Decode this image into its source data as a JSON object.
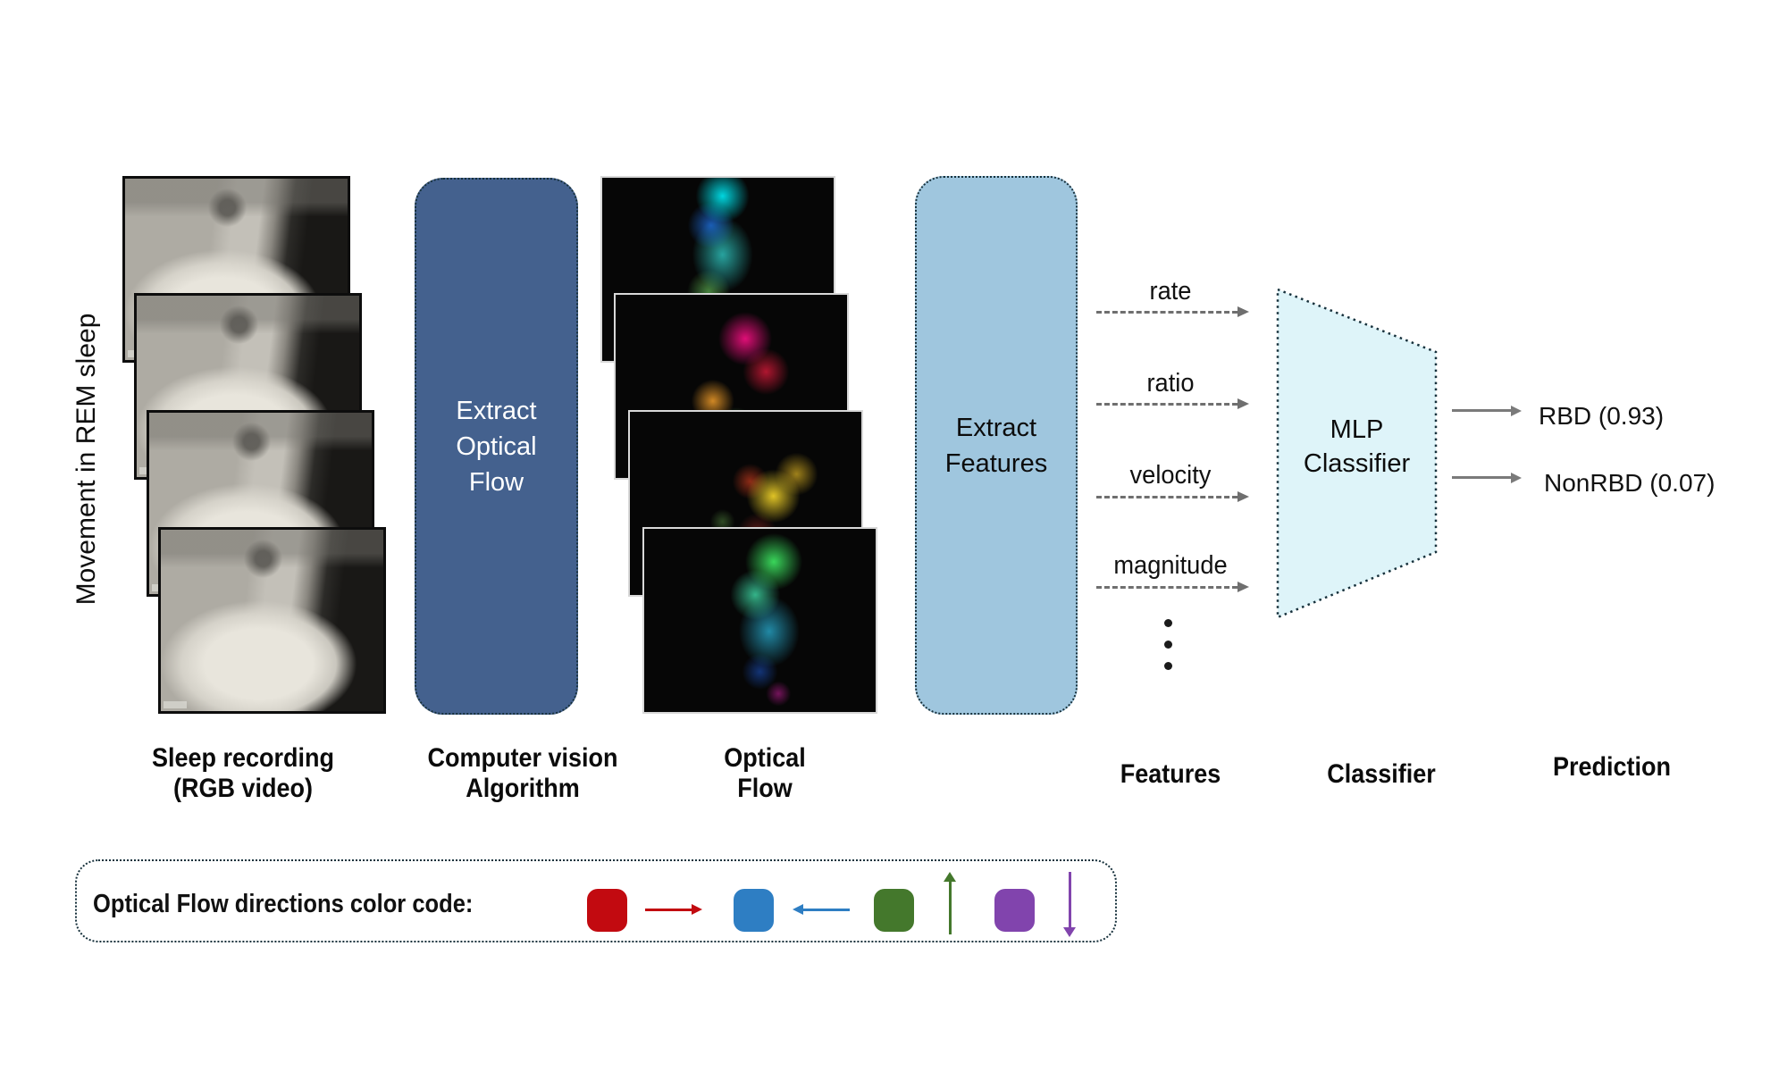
{
  "left_panel": {
    "rotated_label": "Movement in REM sleep",
    "caption_line1": "Sleep recording",
    "caption_line2": "(RGB video)"
  },
  "cv_box": {
    "fill": "#44618e",
    "lines": [
      "Extract",
      "Optical",
      "Flow"
    ],
    "caption_line1": "Computer vision",
    "caption_line2": "Algorithm"
  },
  "optical_flow": {
    "caption_line1": "Optical",
    "caption_line2": "Flow"
  },
  "features_box": {
    "fill": "#9fc6de",
    "lines": [
      "Extract",
      "Features"
    ],
    "caption": "Features",
    "items": [
      "rate",
      "ratio",
      "velocity",
      "magnitude"
    ]
  },
  "classifier": {
    "fill": "#def4f9",
    "lines": [
      "MLP",
      "Classifier"
    ],
    "caption": "Classifier"
  },
  "prediction": {
    "caption": "Prediction",
    "outputs": [
      "RBD (0.93)",
      "NonRBD (0.07)"
    ]
  },
  "legend": {
    "label": "Optical Flow directions color code:",
    "entries": [
      {
        "name": "right",
        "color": "#c20a10"
      },
      {
        "name": "left",
        "color": "#2e7ec3"
      },
      {
        "name": "up",
        "color": "#44782c"
      },
      {
        "name": "down",
        "color": "#8144ad"
      }
    ]
  }
}
